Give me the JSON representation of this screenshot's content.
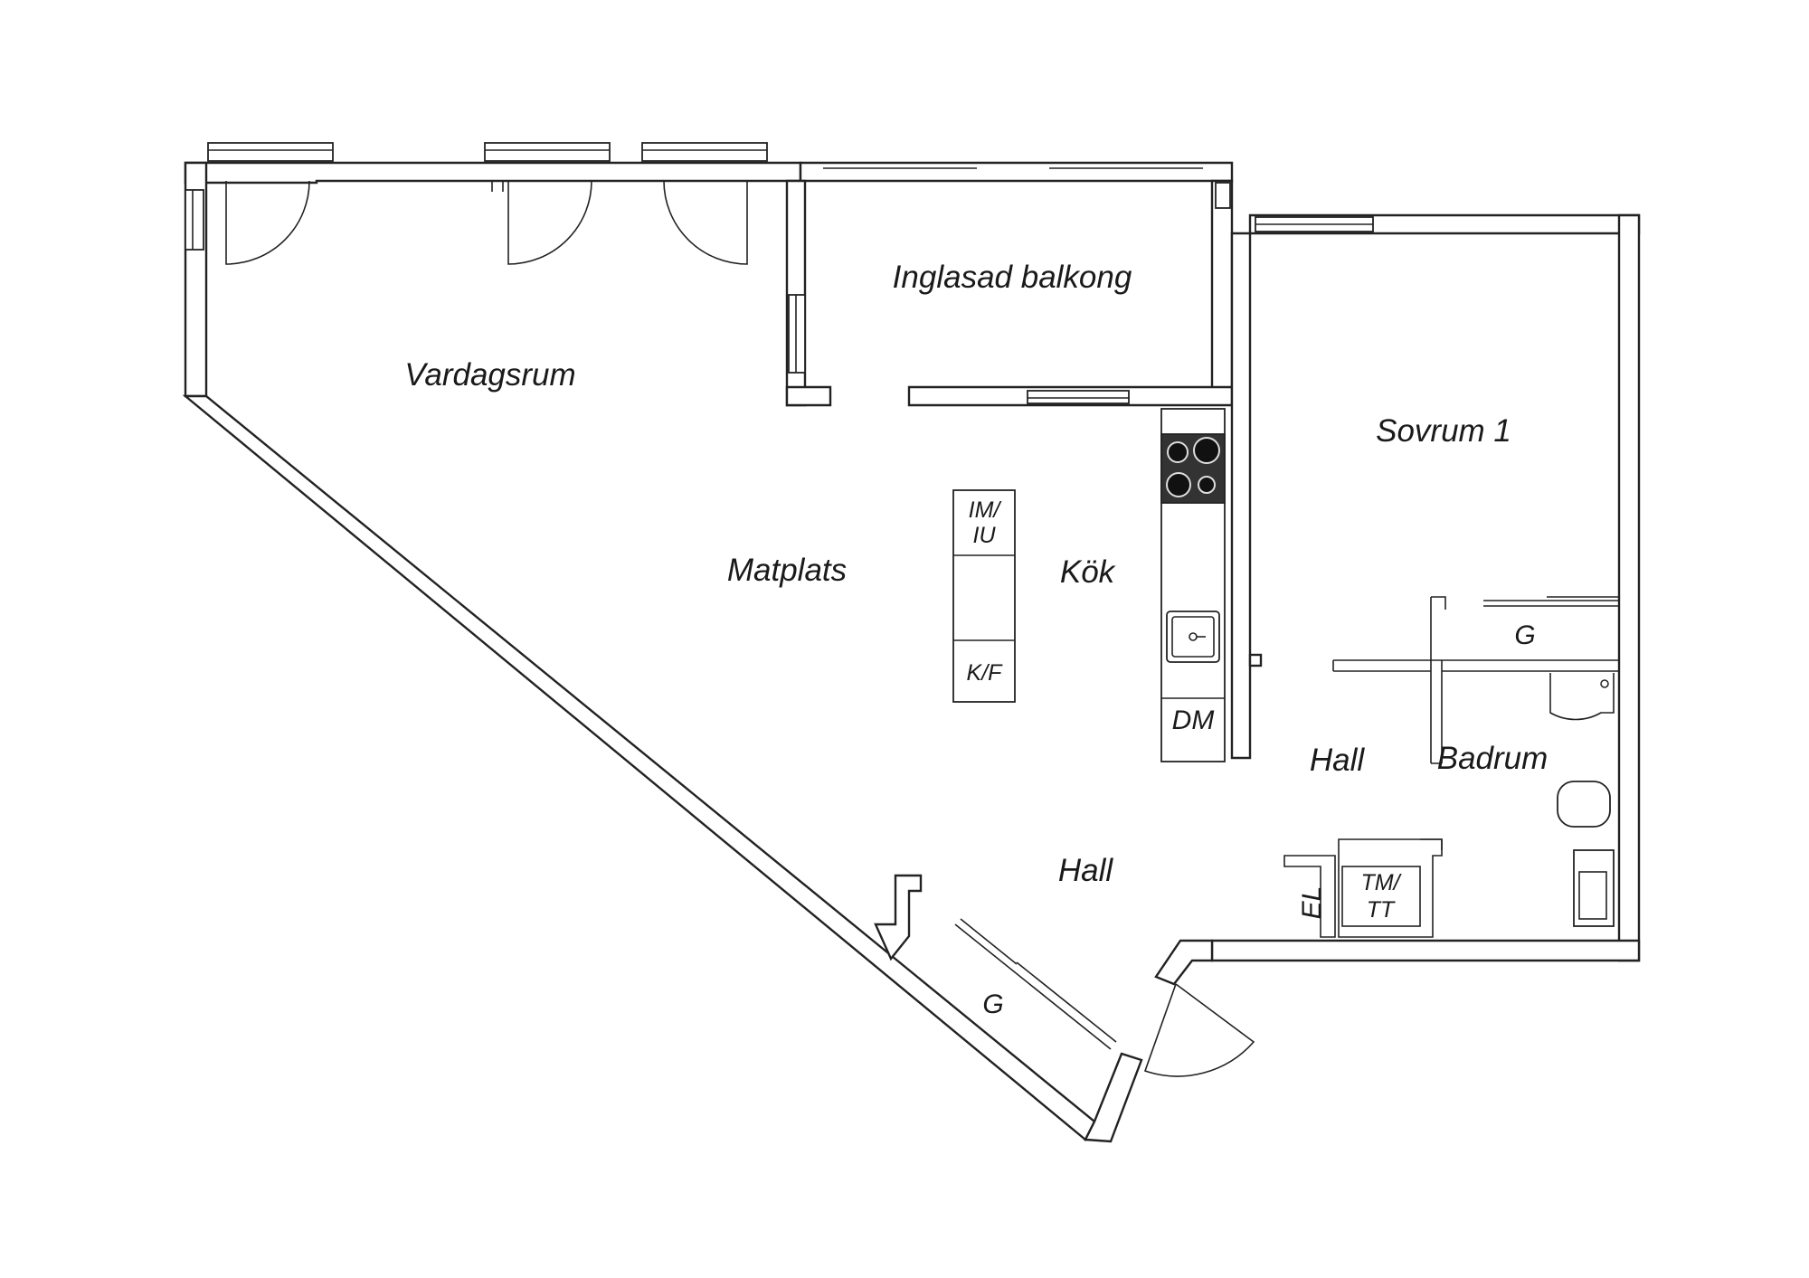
{
  "rooms": {
    "inglasad_balkong": "Inglasad balkong",
    "vardagsrum": "Vardagsrum",
    "sovrum_1": "Sovrum 1",
    "matplats": "Matplats",
    "kok": "Kök",
    "hall_inner": "Hall",
    "badrum": "Badrum",
    "hall_entry": "Hall"
  },
  "fixtures": {
    "im_iu_line1": "IM/",
    "im_iu_line2": "IU",
    "kf": "K/F",
    "dm": "DM",
    "el": "EL",
    "tm_tt_line1": "TM/",
    "tm_tt_line2": "TT",
    "garderob_bedroom": "G",
    "garderob_hall": "G"
  }
}
